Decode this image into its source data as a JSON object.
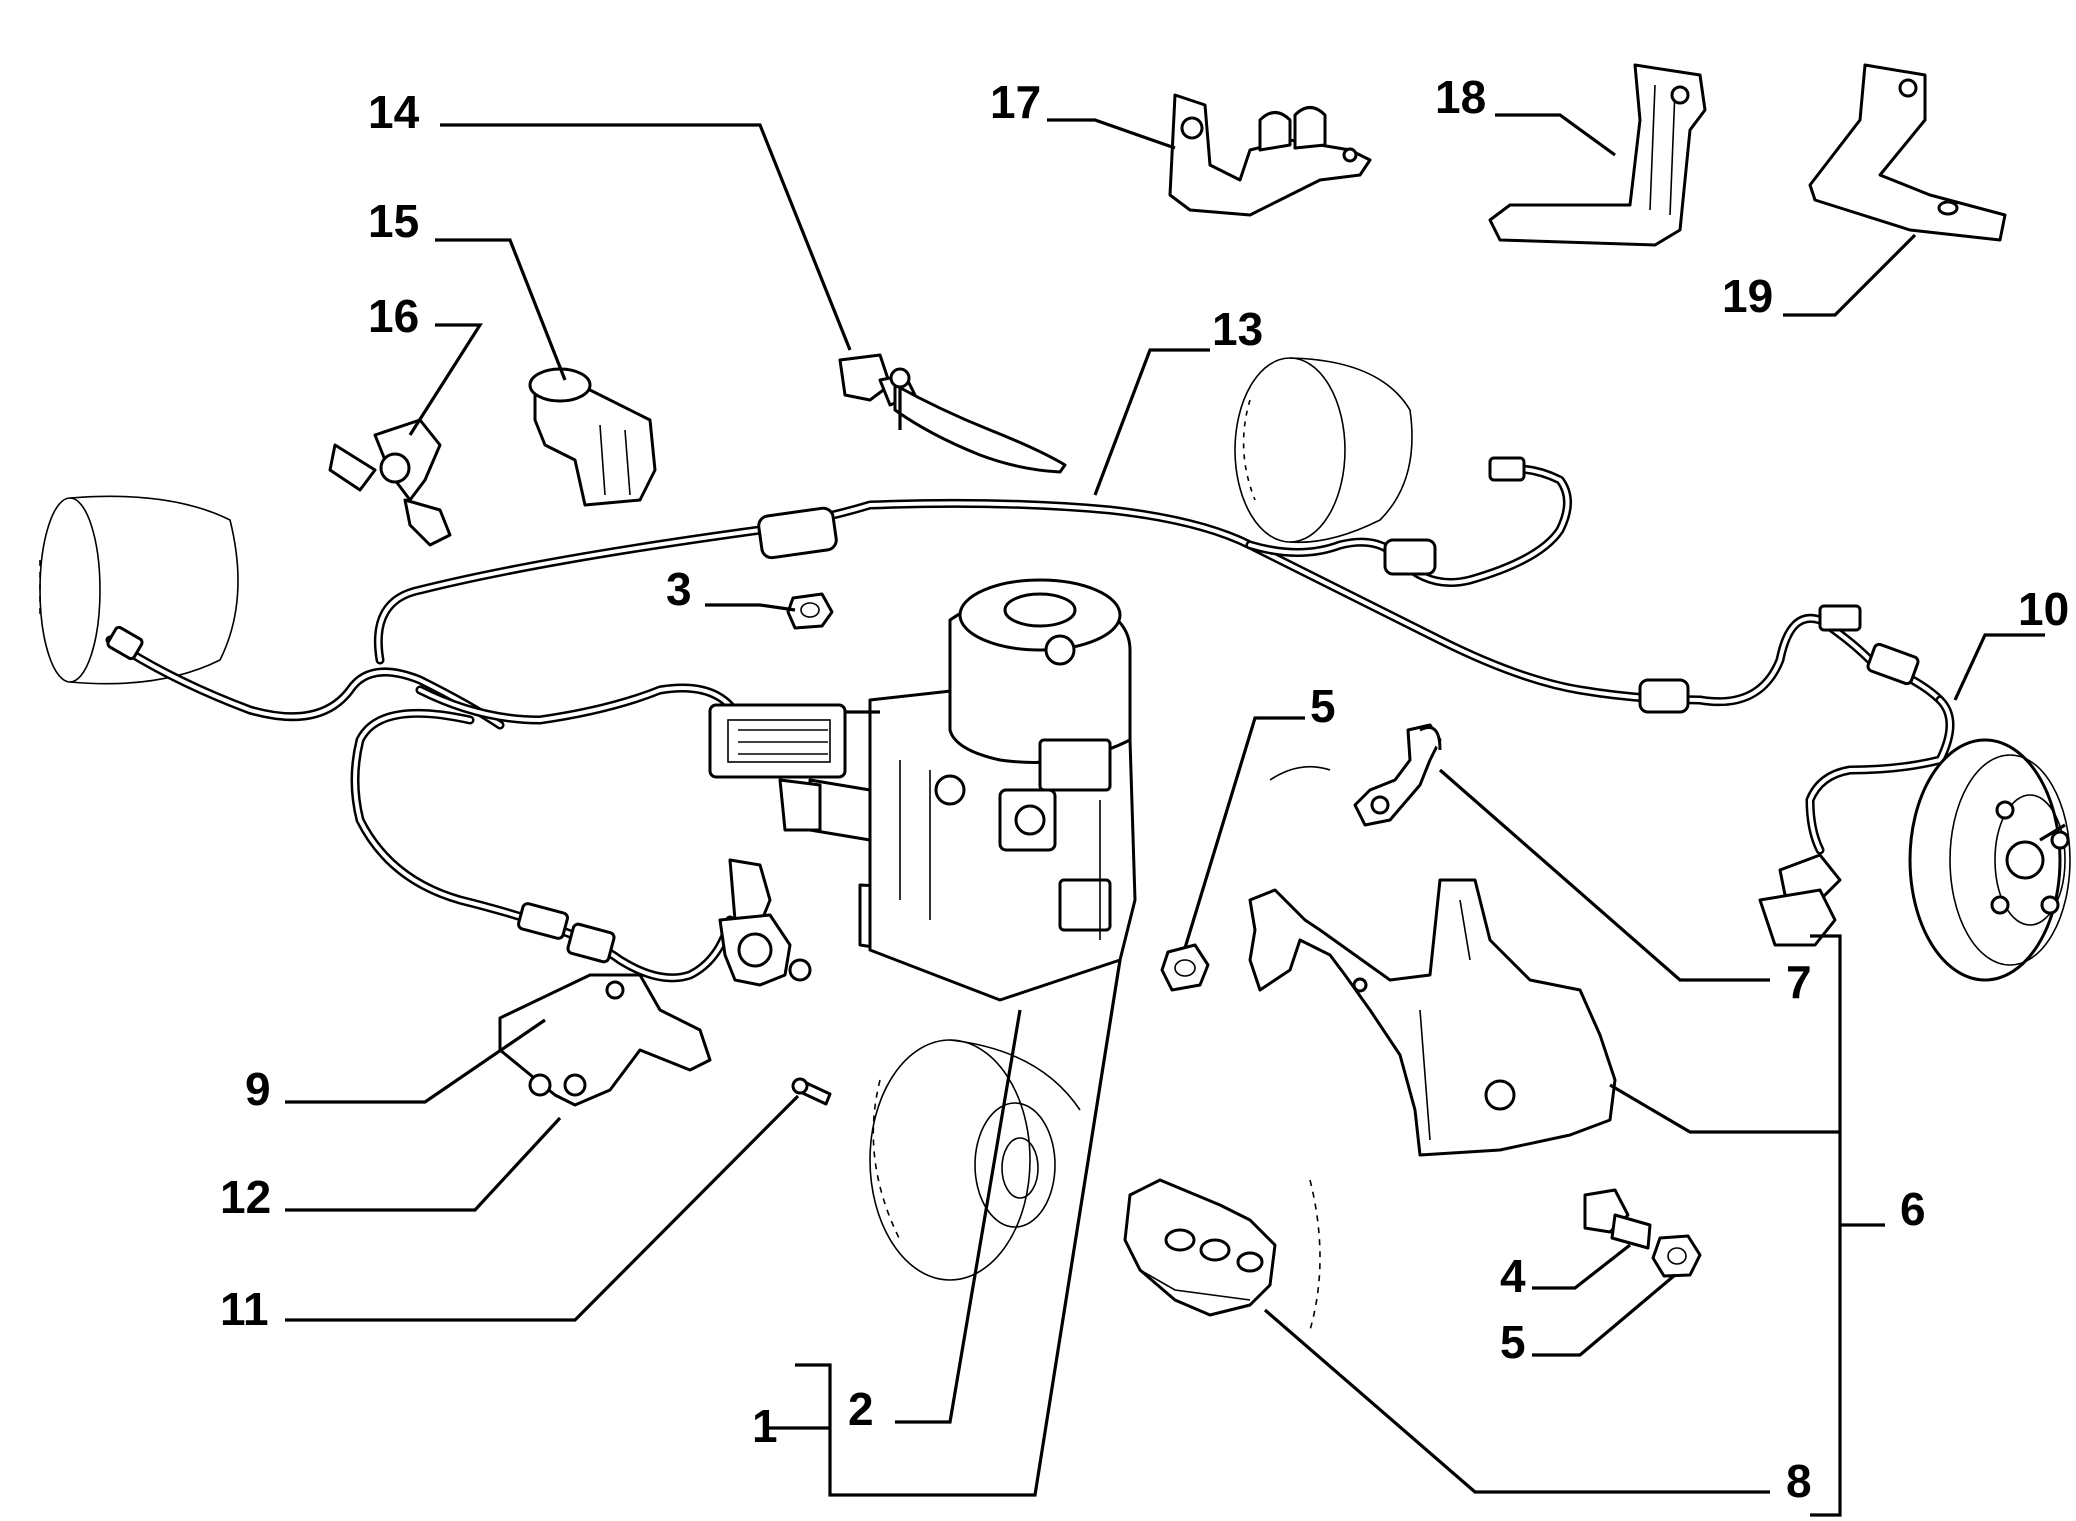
{
  "diagram": {
    "callouts": [
      {
        "id": "c1",
        "text": "1"
      },
      {
        "id": "c2",
        "text": "2"
      },
      {
        "id": "c3",
        "text": "3"
      },
      {
        "id": "c4",
        "text": "4"
      },
      {
        "id": "c5a",
        "text": "5"
      },
      {
        "id": "c5b",
        "text": "5"
      },
      {
        "id": "c6",
        "text": "6"
      },
      {
        "id": "c7",
        "text": "7"
      },
      {
        "id": "c8",
        "text": "8"
      },
      {
        "id": "c9",
        "text": "9"
      },
      {
        "id": "c10",
        "text": "10"
      },
      {
        "id": "c11",
        "text": "11"
      },
      {
        "id": "c12",
        "text": "12"
      },
      {
        "id": "c13",
        "text": "13"
      },
      {
        "id": "c14",
        "text": "14"
      },
      {
        "id": "c15",
        "text": "15"
      },
      {
        "id": "c16",
        "text": "16"
      },
      {
        "id": "c17",
        "text": "17"
      },
      {
        "id": "c18",
        "text": "18"
      },
      {
        "id": "c19",
        "text": "19"
      }
    ]
  }
}
